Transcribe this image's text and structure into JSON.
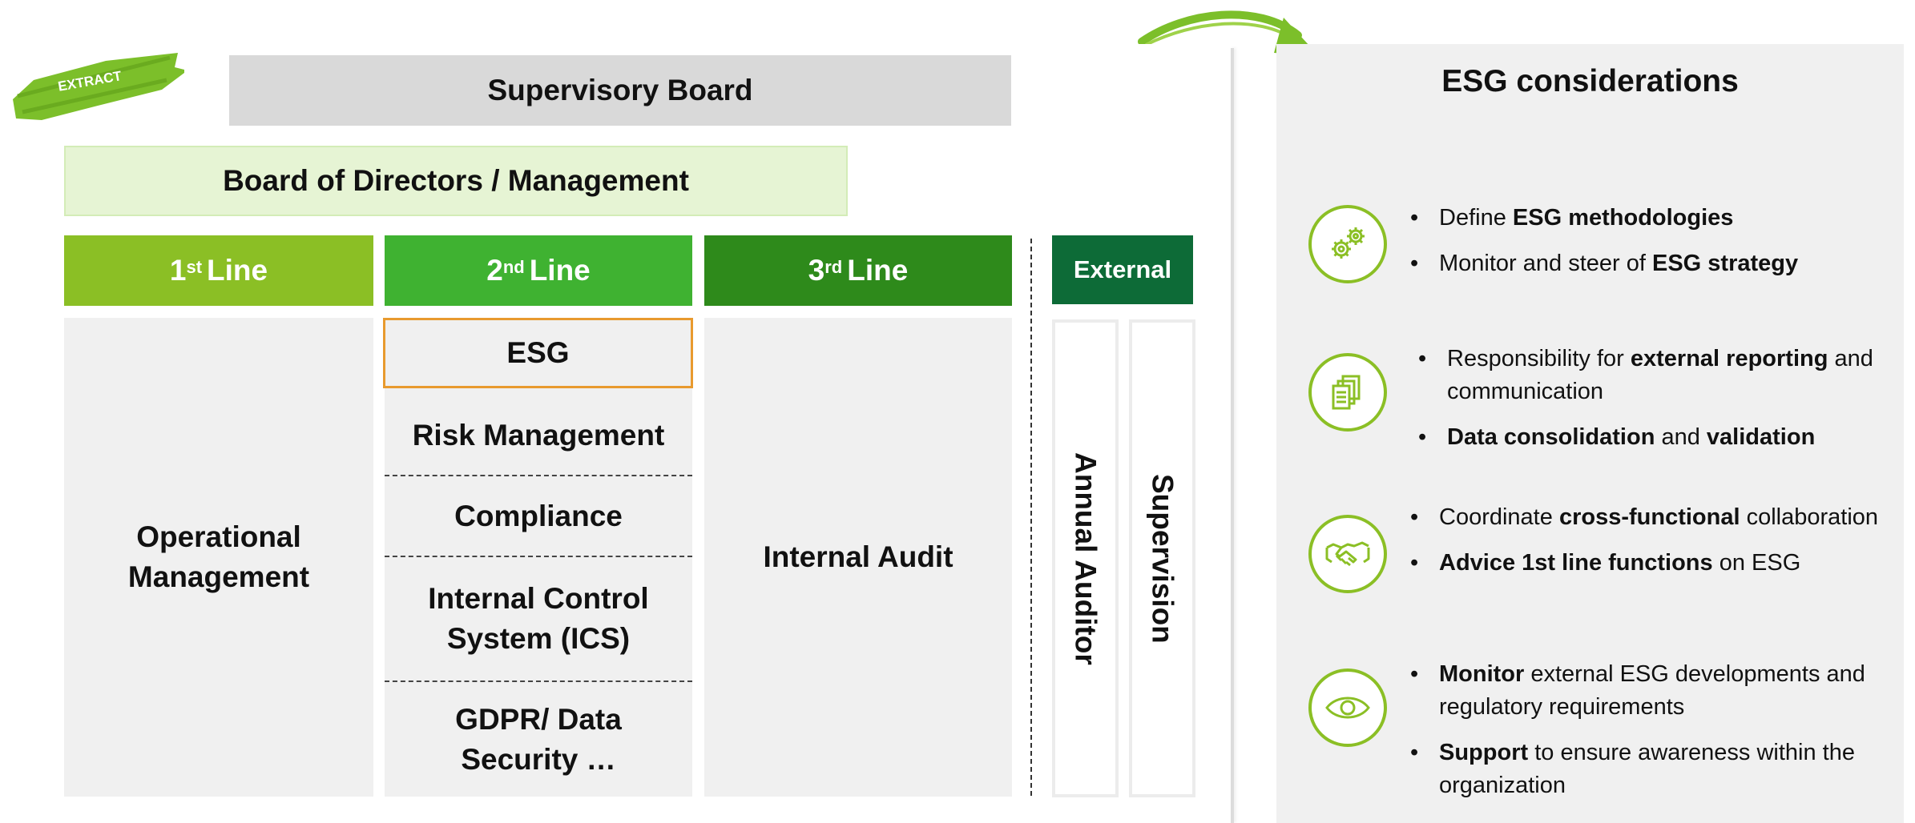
{
  "badge": {
    "label": "EXTRACT"
  },
  "org": {
    "supervisory_board": "Supervisory Board",
    "board_management": "Board of Directors / Management",
    "lines": [
      {
        "num": "1",
        "sup": "st",
        "word": "Line"
      },
      {
        "num": "2",
        "sup": "nd",
        "word": "Line"
      },
      {
        "num": "3",
        "sup": "rd",
        "word": "Line"
      }
    ],
    "external": "External",
    "first_line_body": [
      "Operational",
      "Management"
    ],
    "second_line": {
      "esg": "ESG",
      "risk": "Risk Management",
      "compliance": "Compliance",
      "ics": [
        "Internal Control",
        "System (ICS)"
      ],
      "gdpr": [
        "GDPR/ Data",
        "Security …"
      ]
    },
    "third_line_body": "Internal Audit",
    "annual_auditor": "Annual Auditor",
    "supervision": "Supervision"
  },
  "esg_panel": {
    "title": "ESG considerations",
    "groups": [
      {
        "icon": "gears-icon",
        "items": [
          [
            [
              "Define ",
              false
            ],
            [
              "ESG methodologies",
              true
            ]
          ],
          [
            [
              "Monitor and steer of ",
              false
            ],
            [
              "ESG strategy",
              true
            ]
          ]
        ]
      },
      {
        "icon": "documents-icon",
        "items": [
          [
            [
              "Responsibility for ",
              false
            ],
            [
              "external reporting",
              true
            ],
            [
              " and communication",
              false
            ]
          ],
          [
            [
              "Data consolidation",
              true
            ],
            [
              " and ",
              false
            ],
            [
              "validation",
              true
            ]
          ]
        ]
      },
      {
        "icon": "handshake-icon",
        "items": [
          [
            [
              "Coordinate ",
              false
            ],
            [
              "cross-functional",
              true
            ],
            [
              " collaboration",
              false
            ]
          ],
          [
            [
              "Advice 1st line functions",
              true
            ],
            [
              " on ESG",
              false
            ]
          ]
        ]
      },
      {
        "icon": "eye-icon",
        "items": [
          [
            [
              "Monitor",
              true
            ],
            [
              " external ESG developments and regulatory requirements",
              false
            ]
          ],
          [
            [
              "Support",
              true
            ],
            [
              " to ensure awareness within the organization",
              false
            ]
          ]
        ]
      }
    ]
  },
  "colors": {
    "line1": "#8bbf25",
    "line2": "#3fb231",
    "line3": "#2e8a1b",
    "external": "#0d6b37",
    "esg_highlight": "#e89a2e",
    "icon_green": "#8bbf25"
  }
}
